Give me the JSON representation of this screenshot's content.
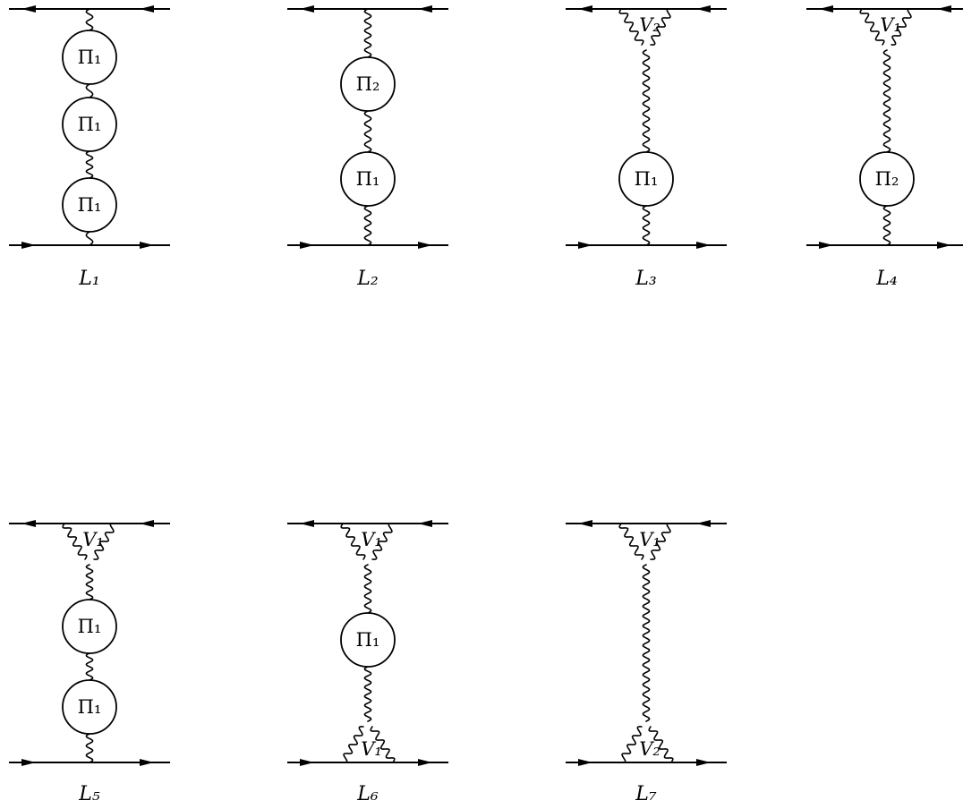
{
  "diagrams": [
    {
      "caption": "L₁",
      "parts": [
        {
          "type": "bubble",
          "label": "Π₁"
        },
        {
          "type": "bubble",
          "label": "Π₁"
        },
        {
          "type": "bubble",
          "label": "Π₁"
        }
      ]
    },
    {
      "caption": "L₂",
      "parts": [
        {
          "type": "bubble",
          "label": "Π₂"
        },
        {
          "type": "bubble",
          "label": "Π₁"
        }
      ]
    },
    {
      "caption": "L₃",
      "parts": [
        {
          "type": "top_vertex",
          "label": "V₂"
        },
        {
          "type": "bubble",
          "label": "Π₁"
        }
      ]
    },
    {
      "caption": "L₄",
      "parts": [
        {
          "type": "top_vertex",
          "label": "V₁"
        },
        {
          "type": "bubble",
          "label": "Π₂"
        }
      ]
    },
    {
      "caption": "L₅",
      "parts": [
        {
          "type": "top_vertex",
          "label": "V₁"
        },
        {
          "type": "bubble",
          "label": "Π₁"
        },
        {
          "type": "bubble",
          "label": "Π₁"
        }
      ]
    },
    {
      "caption": "L₆",
      "parts": [
        {
          "type": "top_vertex",
          "label": "V₁"
        },
        {
          "type": "bubble",
          "label": "Π₁"
        },
        {
          "type": "bottom_vertex",
          "label": "V₁"
        }
      ]
    },
    {
      "caption": "L₇",
      "parts": [
        {
          "type": "top_vertex",
          "label": "V₁"
        },
        {
          "type": "bottom_vertex",
          "label": "V₂"
        }
      ]
    }
  ]
}
